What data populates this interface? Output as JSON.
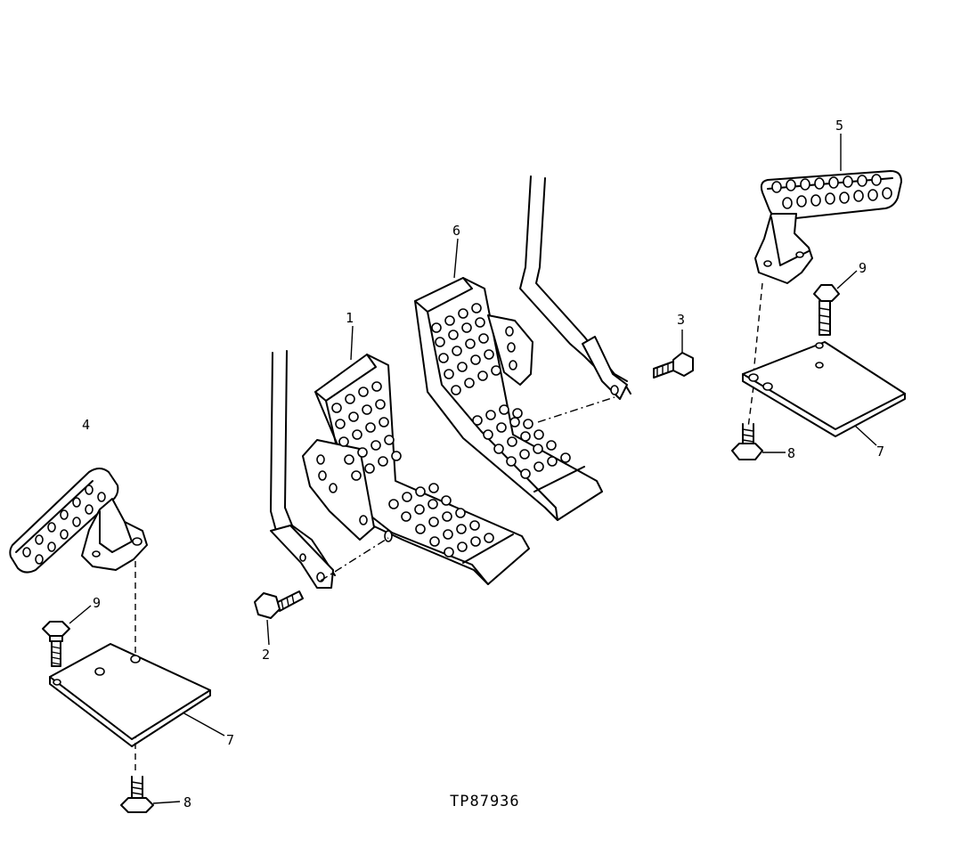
{
  "diagram": {
    "figure_id": "TP87936",
    "callouts": {
      "pedal_left": "4",
      "pedal_right": "5",
      "pedal_center_front": "1",
      "pedal_center_back": "6",
      "bolt_left_top": "9",
      "bolt_left_bottom": "8",
      "plate_left": "7",
      "bolt_center_front": "2",
      "bolt_center_back": "3",
      "bolt_right_top": "9",
      "bolt_right_bottom": "8",
      "plate_right": "7"
    }
  }
}
